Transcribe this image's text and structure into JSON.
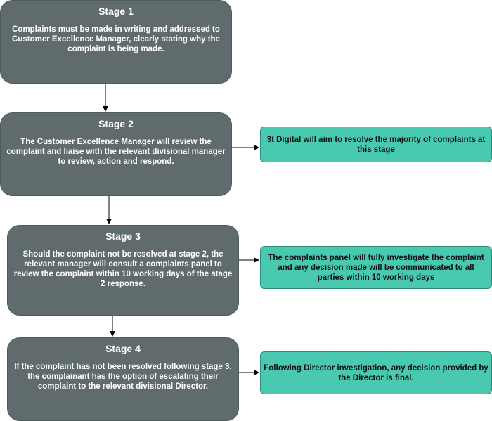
{
  "stages": [
    {
      "title": "Stage 1",
      "text": "Complaints must be made in writing and addressed to Customer Excellence Manager, clearly stating why the complaint is being made."
    },
    {
      "title": "Stage 2",
      "text": "The Customer Excellence Manager will review the complaint and liaise with the relevant divisional manager to review, action and respond."
    },
    {
      "title": "Stage 3",
      "text": "Should the complaint not be resolved at stage 2, the relevant manager will consult a complaints panel to review the complaint within 10 working days of the stage 2 response."
    },
    {
      "title": "Stage 4",
      "text": "If the complaint has not been resolved following stage 3, the complainant has the option of escalating their complaint to the relevant divisional Director."
    }
  ],
  "notes": [
    "3t Digital will aim to resolve the majority of complaints at this stage",
    "The complaints panel will fully investigate the complaint and any decision made will be communicated to all parties within 10 working days",
    "Following Director investigation, any decision provided by the Director is final."
  ],
  "colors": {
    "stage": "#5f6b6c",
    "note": "#48c9b0"
  }
}
